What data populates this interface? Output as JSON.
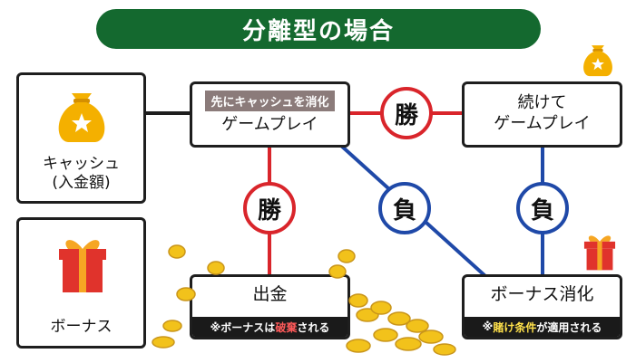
{
  "title": "分離型の場合",
  "left_panel": {
    "cash_line1": "キャッシュ",
    "cash_line2": "(入金額)",
    "bonus_label": "ボーナス"
  },
  "nodes": {
    "start": {
      "tag": "先にキャッシュを消化",
      "label": "ゲームプレイ"
    },
    "continue": {
      "line1": "続けて",
      "line2": "ゲームプレイ"
    },
    "withdraw": {
      "label": "出金",
      "note_prefix": "※ボーナスは",
      "note_highlight": "破棄",
      "note_suffix": "される"
    },
    "bonus_use": {
      "label": "ボーナス消化",
      "note_prefix": "※",
      "note_highlight": "賭け条件",
      "note_suffix": "が適用される"
    }
  },
  "edges": {
    "win": "勝",
    "lose": "負"
  },
  "colors": {
    "title_bg": "#14692f",
    "win": "#d9252b",
    "lose": "#1f49a8",
    "bag": "#f4b000",
    "gift": "#e0332c",
    "gift_ribbon": "#f6a623",
    "coin": "#f2c21b"
  },
  "icons": [
    "money-bag-icon",
    "gift-box-icon",
    "coin-pile-icon"
  ]
}
